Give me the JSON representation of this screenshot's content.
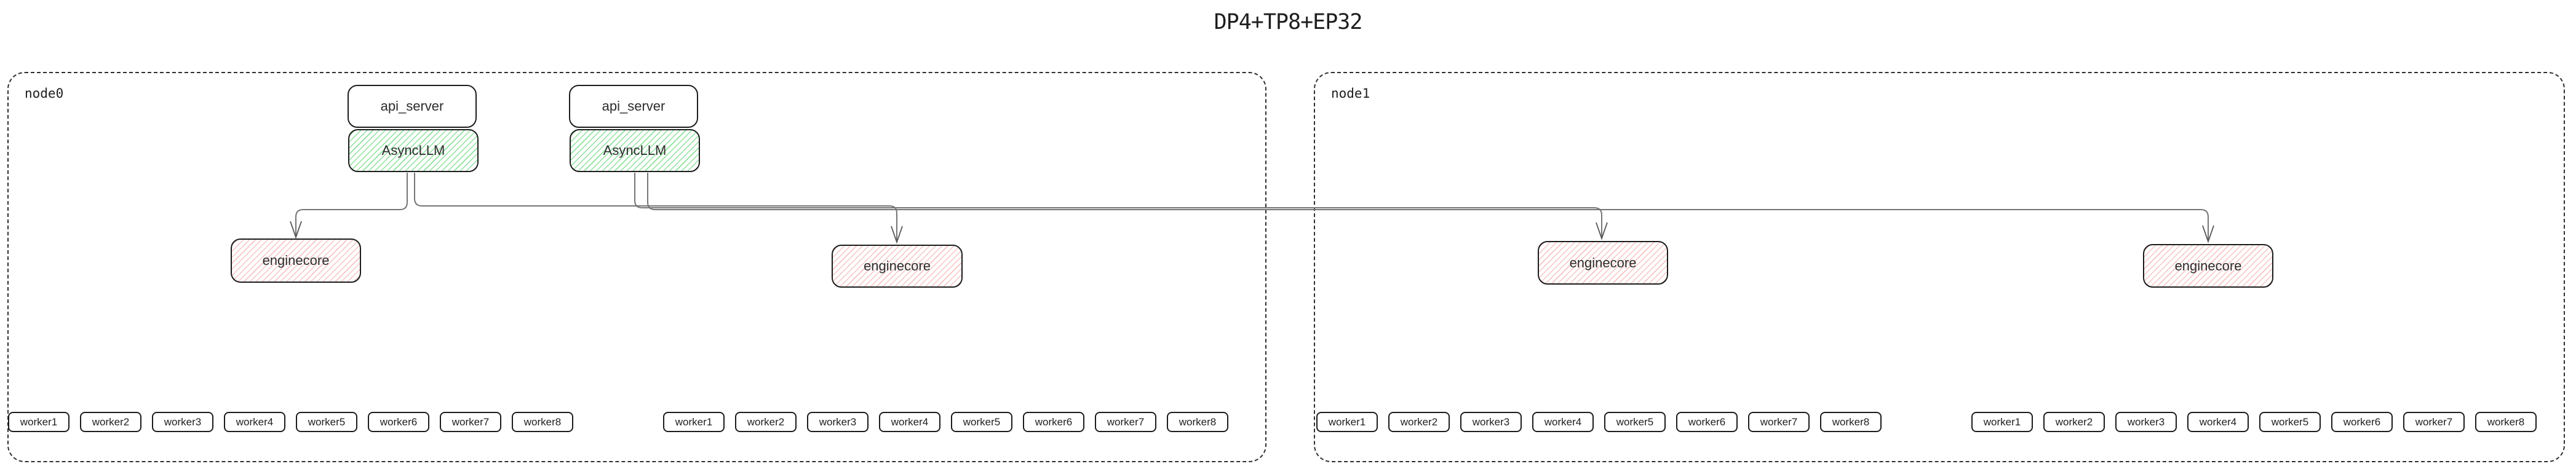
{
  "title": "DP4+TP8+EP32",
  "colors": {
    "box_border": "#1c1c1c",
    "node_border": "#2f2f2f",
    "green_hatch": "#8ce19b",
    "red_hatch": "#f6c3c3",
    "connector": "#757575",
    "text": "#1e1e1e"
  },
  "nodes": [
    {
      "label": "node0",
      "stacks": [
        {
          "api": "api_server",
          "llm": "AsyncLLM"
        },
        {
          "api": "api_server",
          "llm": "AsyncLLM"
        }
      ],
      "enginecores": [
        "enginecore",
        "enginecore"
      ],
      "worker_groups": [
        [
          "worker1",
          "worker2",
          "worker3",
          "worker4",
          "worker5",
          "worker6",
          "worker7",
          "worker8"
        ],
        [
          "worker1",
          "worker2",
          "worker3",
          "worker4",
          "worker5",
          "worker6",
          "worker7",
          "worker8"
        ]
      ]
    },
    {
      "label": "node1",
      "stacks": [],
      "enginecores": [
        "enginecore",
        "enginecore"
      ],
      "worker_groups": [
        [
          "worker1",
          "worker2",
          "worker3",
          "worker4",
          "worker5",
          "worker6",
          "worker7",
          "worker8"
        ],
        [
          "worker1",
          "worker2",
          "worker3",
          "worker4",
          "worker5",
          "worker6",
          "worker7",
          "worker8"
        ]
      ]
    }
  ]
}
